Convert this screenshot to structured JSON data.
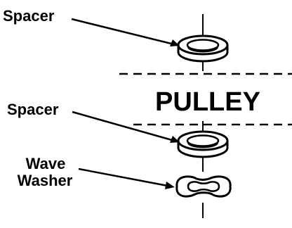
{
  "diagram": {
    "title_pulley": "PULLEY",
    "labels": {
      "spacer_top": "Spacer",
      "spacer_bottom": "Spacer",
      "wave_washer_line1": "Wave",
      "wave_washer_line2": "Washer"
    },
    "components": [
      {
        "name": "spacer",
        "position": "above pulley"
      },
      {
        "name": "spacer",
        "position": "below pulley"
      },
      {
        "name": "wave washer",
        "position": "below spacer"
      }
    ],
    "colors": {
      "ink": "#000000",
      "background": "#ffffff"
    }
  }
}
